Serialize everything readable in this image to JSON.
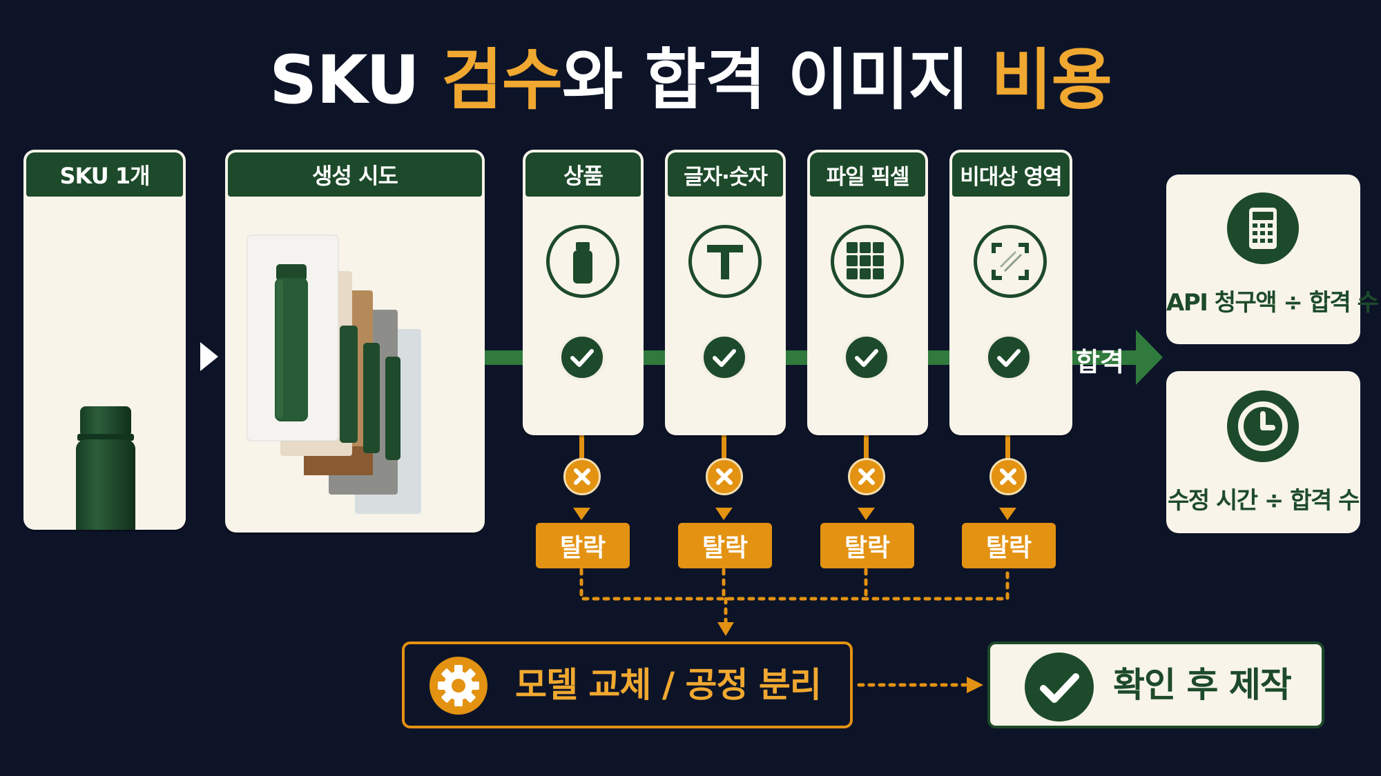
{
  "title": {
    "part1": "SKU ",
    "part2": "검수",
    "part3": "와 합격 이미지 ",
    "part4": "비용"
  },
  "sku_card": {
    "header": "SKU 1개"
  },
  "attempts_card": {
    "header": "생성 시도"
  },
  "checks": [
    {
      "header": "상품",
      "icon": "bottle-icon"
    },
    {
      "header": "글자·숫자",
      "icon": "text-t-icon"
    },
    {
      "header": "파일 픽셀",
      "icon": "pixel-grid-icon"
    },
    {
      "header": "비대상 영역",
      "icon": "crop-frame-icon"
    }
  ],
  "fail_label": "탈락",
  "pass_label": "합격",
  "metrics": [
    {
      "label": "API 청구액 ÷ 합격 수",
      "icon": "calculator-icon"
    },
    {
      "label": "수정 시간 ÷ 합격 수",
      "icon": "clock-icon"
    }
  ],
  "remedy": {
    "label": "모델 교체 / 공정 분리",
    "icon": "gear-icon"
  },
  "confirm": {
    "label": "확인 후 제작",
    "icon": "check-icon"
  },
  "colors": {
    "background": "#0d1428",
    "green": "#1d4a2a",
    "pass_line": "#2f7a3c",
    "orange": "#e39212",
    "card": "#f8f4ea"
  }
}
